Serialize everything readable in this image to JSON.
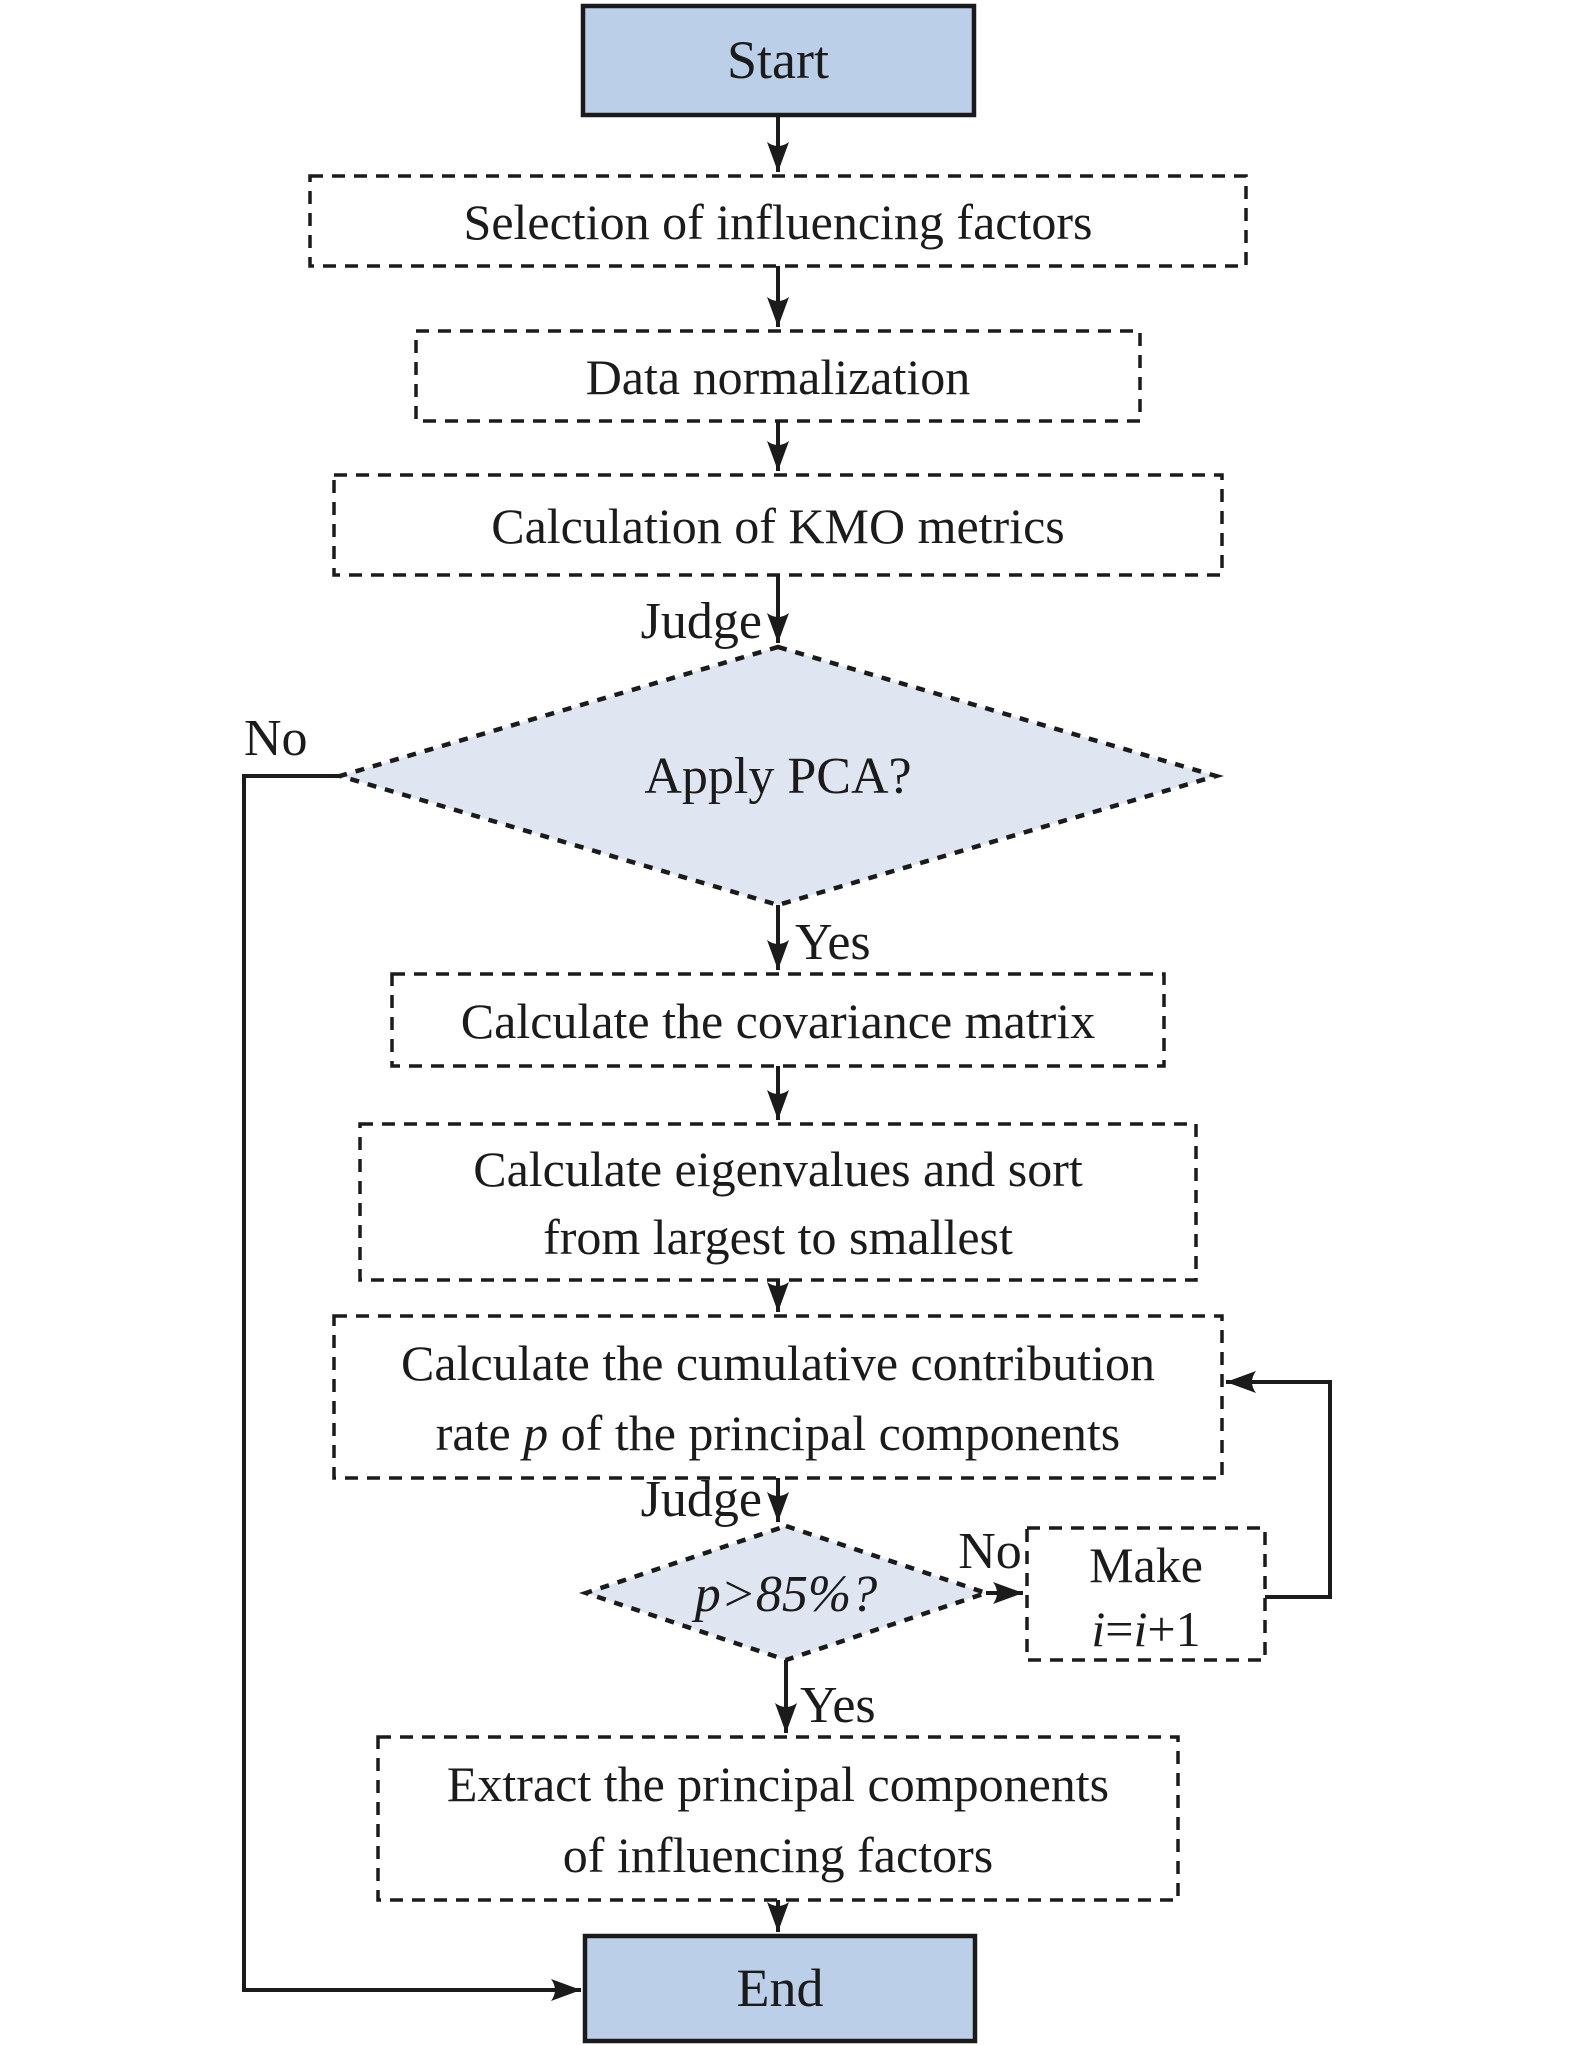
{
  "diagram": {
    "type": "flowchart",
    "topic": "PCA-based selection of influencing factors"
  },
  "colors": {
    "terminal_fill": "#bccfe8",
    "decision_fill": "#e0e5f2",
    "line": "#1b1b1b"
  },
  "nodes": {
    "start": {
      "label": "Start"
    },
    "selection": {
      "label": "Selection of influencing factors"
    },
    "normalization": {
      "label": "Data normalization"
    },
    "kmo": {
      "label": "Calculation of KMO metrics"
    },
    "apply_pca": {
      "label": "Apply PCA?"
    },
    "covariance": {
      "label": "Calculate the covariance matrix"
    },
    "eigen": {
      "line1": "Calculate eigenvalues and sort",
      "line2": "from largest to smallest"
    },
    "cumulative": {
      "line1": "Calculate the cumulative contribution",
      "line2_pre": "rate ",
      "line2_var": "p",
      "line2_post": " of the principal components"
    },
    "p_check": {
      "var": "p",
      "cond": ">85%?"
    },
    "make": {
      "line1": "Make",
      "line2_var1": "i",
      "line2_eq": "=",
      "line2_var2": "i",
      "line2_post": "+1"
    },
    "extract": {
      "line1": "Extract the principal components",
      "line2": "of influencing factors"
    },
    "end": {
      "label": "End"
    }
  },
  "labels": {
    "judge1": "Judge",
    "judge2": "Judge",
    "no1": "No",
    "no2": "No",
    "yes1": "Yes",
    "yes2": "Yes"
  }
}
